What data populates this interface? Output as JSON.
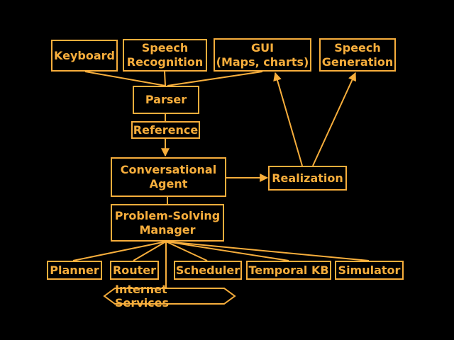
{
  "colors": {
    "background": "#000000",
    "stroke": "#F7AE3C",
    "text": "#F7AE3C"
  },
  "nodes": {
    "keyboard": "Keyboard",
    "speech_recognition": "Speech\nRecognition",
    "gui": "GUI\n(Maps, charts)",
    "speech_generation": "Speech\nGeneration",
    "parser": "Parser",
    "reference": "Reference",
    "conversational_agent": "Conversational\nAgent",
    "realization": "Realization",
    "problem_solving_manager": "Problem-Solving\nManager",
    "planner": "Planner",
    "router": "Router",
    "scheduler": "Scheduler",
    "temporal_kb": "Temporal KB",
    "simulator": "Simulator",
    "internet_services": "Internet Services"
  }
}
